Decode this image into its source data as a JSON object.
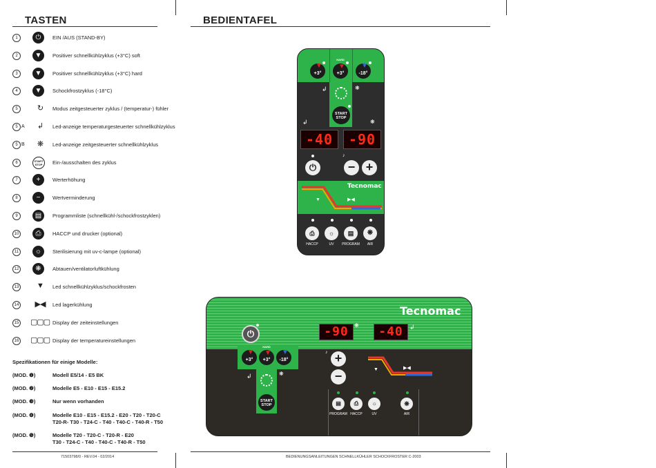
{
  "left_heading": "TASTEN",
  "right_heading": "BEDIENTAFEL",
  "keys": [
    {
      "num": "1",
      "sub": "",
      "label": "EIN /AUS (STAND-BY)",
      "icon": "power-icon"
    },
    {
      "num": "2",
      "sub": "",
      "label": "Positiver schnellkühlzyklus (+3°C) soft",
      "icon": "soft-cooling-icon"
    },
    {
      "num": "3",
      "sub": "",
      "label": "Positiver schnellkühlzyklus (+3°C) hard",
      "icon": "hard-cooling-icon"
    },
    {
      "num": "4",
      "sub": "",
      "label": "Schockfrostzyklus (-18°C)",
      "icon": "shock-freeze-icon"
    },
    {
      "num": "5",
      "sub": "",
      "label": "Modus zeitgesteuerter zyklus / (temperatur-) fühler",
      "icon": "mode-icon"
    },
    {
      "num": "5",
      "sub": "A",
      "label": "Led-anzeige temperaturgesteuerter schnellkühlzyklus",
      "icon": "probe-icon"
    },
    {
      "num": "5",
      "sub": "B",
      "label": "Led-anzeige zeitgesteuerter schnellkühlzyklus",
      "icon": "timer-icon"
    },
    {
      "num": "6",
      "sub": "",
      "label": "Ein-/ausschalten des zyklus",
      "icon": "start-stop-icon"
    },
    {
      "num": "7",
      "sub": "",
      "label": "Werterhöhung",
      "icon": "plus-icon"
    },
    {
      "num": "8",
      "sub": "",
      "label": "Wertverminderung",
      "icon": "minus-icon"
    },
    {
      "num": "9",
      "sub": "",
      "label": "Programmliste (schnellkühl-/schockfrostzyklen)",
      "icon": "program-icon"
    },
    {
      "num": "10",
      "sub": "",
      "label": "HACCP und drucker (optional)",
      "icon": "printer-icon"
    },
    {
      "num": "11",
      "sub": "",
      "label": "Sterilisierung mit uv-c-lampe (optional)",
      "icon": "uv-icon"
    },
    {
      "num": "12",
      "sub": "",
      "label": "Abtauen/ventilatorluftkühlung",
      "icon": "defrost-icon"
    },
    {
      "num": "13",
      "sub": "",
      "label": "Led schnellkühlzyklus/schockfrosten",
      "icon": "led-cycle-icon"
    },
    {
      "num": "14",
      "sub": "",
      "label": "Led lagerkühlung",
      "icon": "led-storage-icon"
    },
    {
      "num": "15",
      "sub": "",
      "label": "Display der zeiteinstellungen",
      "icon": "time-display-icon"
    },
    {
      "num": "16",
      "sub": "",
      "label": "Display der temperatureinstellungen",
      "icon": "temp-display-icon"
    }
  ],
  "spec_title": "Spezifikationen für einige Modelle:",
  "specs": [
    {
      "mod": "(MOD. ❶)",
      "lines": [
        "Modell E5/14 - E5 BK"
      ]
    },
    {
      "mod": "(MOD. ❷)",
      "lines": [
        "Modelle E5 - E10 - E15 - E15.2"
      ]
    },
    {
      "mod": "(MOD. ❸)",
      "lines": [
        "Nur wenn vorhanden"
      ]
    },
    {
      "mod": "(MOD. ❹)",
      "lines": [
        "Modelle E10 - E15 - E15.2 - E20 - T20 - T20-C",
        "T20-R- T30 - T24-C - T40 - T40-C - T40-R - T50"
      ]
    },
    {
      "mod": "(MOD. ❺)",
      "lines": [
        "Modelle T20 - T20-C - T20-R - E20",
        "T30 - T24-C - T40 - T40-C - T40-R - T50"
      ]
    }
  ],
  "footer_left": "71503798/0 - REV.04 - 02/2014",
  "footer_right": "BEDIENUNGSANLEITUNGEN SCHNELLKÜHLER SCHOCKFROSTER C-2003",
  "panel": {
    "brand": "Tecnomac",
    "soft": "+3°",
    "hard": "+3°",
    "hard_tag": "HARD",
    "freeze": "-18°",
    "start_line1": "START",
    "start_line2": "STOP",
    "display_temp": "-40",
    "display_time": "-90",
    "btn_haccp": "HACCP",
    "btn_uv": "UV",
    "btn_program": "PROGRAM",
    "btn_air": "AIR"
  },
  "colors": {
    "panel_green": "#2db34a",
    "panel_dark": "#2d2d2d",
    "display_red": "#ff2a1a"
  }
}
